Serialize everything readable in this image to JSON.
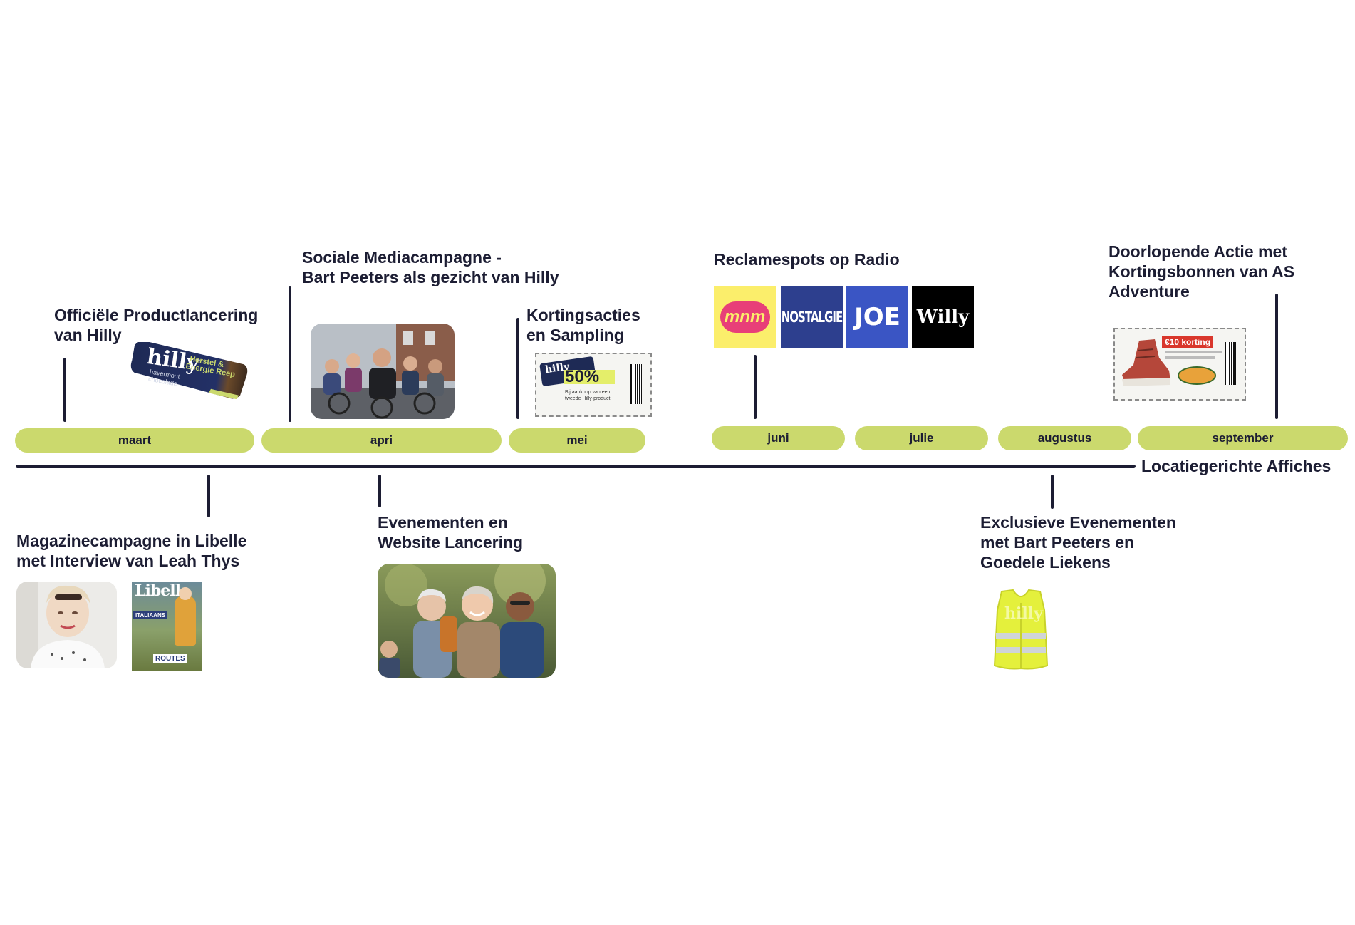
{
  "months": [
    "maart",
    "apri",
    "mei",
    "juni",
    "julie",
    "augustus",
    "september"
  ],
  "axis_label": "Locatiegerichte Affiches",
  "events_top": {
    "launch": "Officiële Productlancering\nvan Hilly",
    "social": "Sociale Mediacampagne -\nBart Peeters als gezicht van Hilly",
    "coupons": "Kortingsacties\nen Sampling",
    "radio": "Reclamespots op Radio",
    "as_adventure": "Doorlopende Actie met\nKortingsbonnen van AS\nAdventure"
  },
  "events_bottom": {
    "magazine": "Magazinecampagne in Libelle\nmet Interview van Leah Thys",
    "website": "Evenementen en\nWebsite Lancering",
    "exclusive": "Exclusieve Evenementen\nmet Bart Peeters en\nGoedele Liekens"
  },
  "product_bar": {
    "brand": "hilly",
    "line1": "Herstel &",
    "line2": "Energie Reep",
    "flavour1": "havermout",
    "flavour2": "chocolade"
  },
  "coupon_mei": {
    "brand": "hilly",
    "discount": "50%",
    "text1": "Bij aankoop van een",
    "text2": "tweede Hilly-product"
  },
  "coupon_as": {
    "discount": "€10 korting"
  },
  "magazine_cover": {
    "title": "Libelle",
    "badge": "ITALIAANS",
    "footer": "ROUTES"
  },
  "radio_logos": [
    "mnm",
    "NOSTALGIE",
    "JOE",
    "Willy"
  ],
  "vest_brand": "hilly",
  "colors": {
    "month_pill": "#cbd96d",
    "ink": "#1c1d33",
    "mnm": "#fbee6b",
    "nostalgie": "#2d3f8e",
    "joe": "#3a55c4",
    "willy": "#000000",
    "vest": "#e4f03c"
  }
}
